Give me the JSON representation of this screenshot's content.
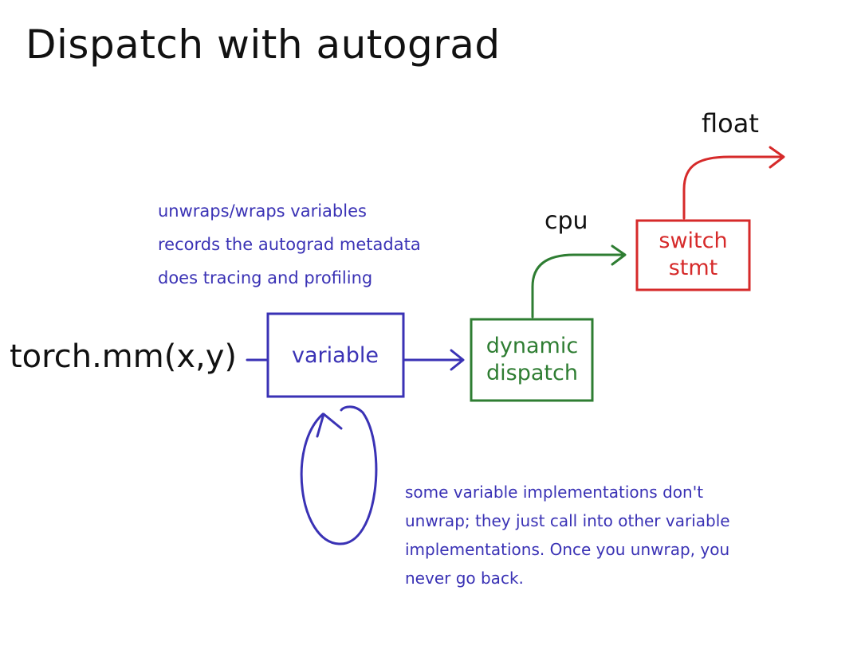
{
  "title": "Dispatch with autograd",
  "call_expression": "torch.mm(x,y)",
  "variable_notes": [
    "unwraps/wraps variables",
    "records the autograd metadata",
    "does tracing and profiling"
  ],
  "boxes": {
    "variable": {
      "label": "variable"
    },
    "dynamic_dispatch": {
      "line1": "dynamic",
      "line2": "dispatch"
    },
    "switch_stmt": {
      "line1": "switch",
      "line2": "stmt"
    }
  },
  "edge_labels": {
    "cpu": "cpu",
    "float": "float"
  },
  "loop_note": [
    "some variable implementations don't",
    "unwrap; they just call into other variable",
    "implementations. Once you unwrap, you",
    "never go back."
  ],
  "colors": {
    "ink": "#111111",
    "blue": "#3a32b5",
    "green": "#2e7d32",
    "red": "#d62a2a"
  }
}
